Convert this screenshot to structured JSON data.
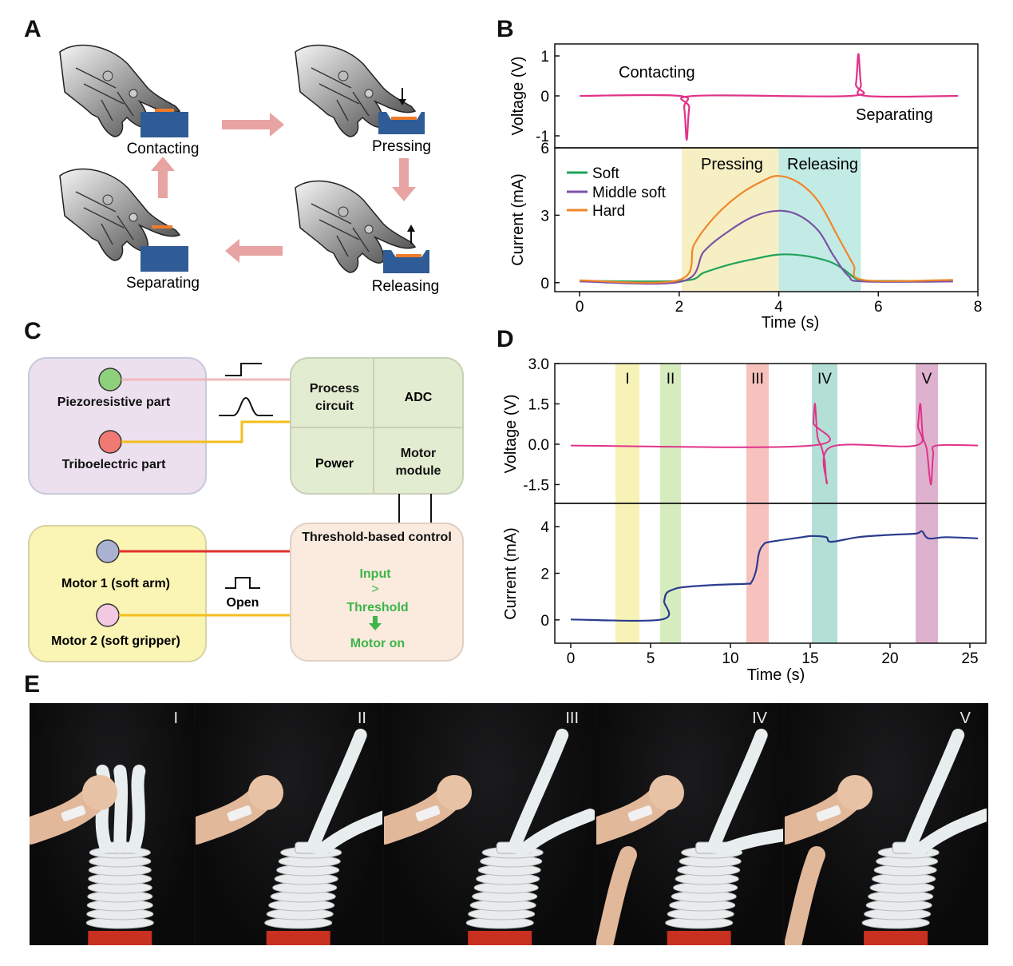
{
  "panels": {
    "A": "A",
    "B": "B",
    "C": "C",
    "D": "D",
    "E": "E"
  },
  "panel_a": {
    "stages": [
      "Contacting",
      "Pressing",
      "Releasing",
      "Separating"
    ]
  },
  "chart_data": [
    {
      "type": "line",
      "panel": "B-top",
      "ylabel": "Voltage (V)",
      "ylim": [
        -1.3,
        1.3
      ],
      "yticks": [
        "-1",
        "0",
        "1"
      ],
      "annotations": [
        "Contacting",
        "Separating"
      ],
      "series": [
        {
          "color": "#e0338a",
          "x": [
            0,
            2.0,
            2.1,
            2.15,
            2.2,
            2.3,
            5.45,
            5.55,
            5.6,
            5.65,
            5.75,
            7.6
          ],
          "y": [
            0,
            0,
            -0.3,
            -1.1,
            -0.3,
            0,
            0,
            0.3,
            1.05,
            0.3,
            0,
            0
          ]
        }
      ]
    },
    {
      "type": "line",
      "panel": "B-bottom",
      "xlabel": "Time (s)",
      "ylabel": "Current (mA)",
      "xlim": [
        -0.5,
        8
      ],
      "ylim": [
        -0.4,
        6
      ],
      "xticks": [
        "0",
        "2",
        "4",
        "6",
        "8"
      ],
      "yticks": [
        "0",
        "3",
        "6"
      ],
      "shaded": [
        {
          "label": "Pressing",
          "range": [
            2.05,
            4.0
          ],
          "color": "#f6efc4"
        },
        {
          "label": "Releasing",
          "range": [
            4.0,
            5.65
          ],
          "color": "#c3ebe5"
        }
      ],
      "series": [
        {
          "name": "Soft",
          "color": "#1fa35a",
          "x": [
            0,
            2.05,
            2.5,
            3.0,
            3.5,
            4.0,
            4.5,
            5.0,
            5.3,
            5.6,
            6.0,
            7.5
          ],
          "y": [
            0.08,
            0.08,
            0.45,
            0.8,
            1.05,
            1.25,
            1.2,
            0.95,
            0.6,
            0.12,
            0.08,
            0.08
          ]
        },
        {
          "name": "Middle soft",
          "color": "#7b53a6",
          "x": [
            0,
            2.05,
            2.5,
            3.0,
            3.5,
            4.0,
            4.4,
            4.8,
            5.1,
            5.4,
            5.7,
            7.5
          ],
          "y": [
            0.05,
            0.05,
            1.4,
            2.3,
            2.95,
            3.2,
            3.0,
            2.3,
            1.2,
            0.3,
            0.05,
            0.05
          ]
        },
        {
          "name": "Hard",
          "color": "#f0862a",
          "x": [
            0,
            2.0,
            2.3,
            2.7,
            3.2,
            3.7,
            4.0,
            4.4,
            4.8,
            5.2,
            5.5,
            5.7,
            7.5
          ],
          "y": [
            0.1,
            0.12,
            1.7,
            2.9,
            3.9,
            4.55,
            4.75,
            4.45,
            3.6,
            2.0,
            0.8,
            0.12,
            0.12
          ]
        }
      ]
    },
    {
      "type": "line",
      "panel": "D-top",
      "ylabel": "Voltage (V)",
      "ylim": [
        -2.2,
        3.0
      ],
      "yticks": [
        "3.0",
        "1.5",
        "0.0",
        "-1.5"
      ],
      "shaded": [
        {
          "label": "I",
          "range": [
            2.8,
            4.3
          ],
          "color": "#f6f0a8"
        },
        {
          "label": "II",
          "range": [
            5.6,
            6.9
          ],
          "color": "#cfe9b4"
        },
        {
          "label": "III",
          "range": [
            11.0,
            12.4
          ],
          "color": "#f6b7b3"
        },
        {
          "label": "IV",
          "range": [
            15.1,
            16.7
          ],
          "color": "#a6d9cf"
        },
        {
          "label": "V",
          "range": [
            21.6,
            23.0
          ],
          "color": "#d8a5c5"
        }
      ],
      "series": [
        {
          "color": "#e0338a",
          "x": [
            0,
            15.1,
            15.2,
            15.3,
            15.45,
            15.7,
            15.9,
            16.05,
            16.3,
            21.6,
            21.75,
            21.9,
            22.05,
            22.3,
            22.55,
            22.7,
            22.9,
            25.5
          ],
          "y": [
            -0.05,
            -0.05,
            0.8,
            1.5,
            0.3,
            -0.1,
            -0.6,
            -1.45,
            -0.1,
            -0.05,
            0.7,
            1.5,
            0.3,
            -0.2,
            -1.5,
            -0.4,
            -0.05,
            -0.05
          ]
        }
      ]
    },
    {
      "type": "line",
      "panel": "D-bottom",
      "xlabel": "Time (s)",
      "ylabel": "Current (mA)",
      "xlim": [
        -1,
        26
      ],
      "ylim": [
        -1.0,
        5.0
      ],
      "xticks": [
        "0",
        "5",
        "10",
        "15",
        "20",
        "25"
      ],
      "yticks": [
        "0",
        "2",
        "4"
      ],
      "series": [
        {
          "color": "#2a3c8f",
          "x": [
            0,
            5.7,
            5.85,
            6.0,
            6.4,
            7.0,
            9.0,
            11.0,
            11.3,
            11.6,
            11.8,
            12.1,
            12.5,
            14.5,
            15.1,
            16.0,
            16.3,
            18.0,
            20.0,
            21.6,
            22.0,
            22.4,
            23.5,
            25.5
          ],
          "y": [
            0.02,
            0.02,
            0.8,
            1.15,
            1.3,
            1.4,
            1.5,
            1.55,
            1.6,
            2.1,
            2.9,
            3.25,
            3.35,
            3.55,
            3.6,
            3.55,
            3.35,
            3.55,
            3.65,
            3.7,
            3.8,
            3.5,
            3.55,
            3.5
          ]
        }
      ]
    }
  ],
  "panel_c": {
    "piezo_label": "Piezoresistive part",
    "tribo_label": "Triboelectric part",
    "process": "Process circuit",
    "adc": "ADC",
    "power": "Power",
    "motor_module": "Motor module",
    "motor1": "Motor 1 (soft arm)",
    "motor2": "Motor 2 (soft gripper)",
    "open": "Open",
    "control_title": "Threshold-based control",
    "input": "Input",
    "gt": ">",
    "threshold": "Threshold",
    "motor_on": "Motor on"
  },
  "panel_e": {
    "labels": [
      "I",
      "II",
      "III",
      "IV",
      "V"
    ]
  },
  "colors": {
    "red_signal": "#e0338a",
    "blue_current": "#2a3c8f",
    "green_text": "#3db54a",
    "wire_pink": "#f2b8b8",
    "wire_yellow": "#f4be1c",
    "wire_red": "#e0302e"
  }
}
